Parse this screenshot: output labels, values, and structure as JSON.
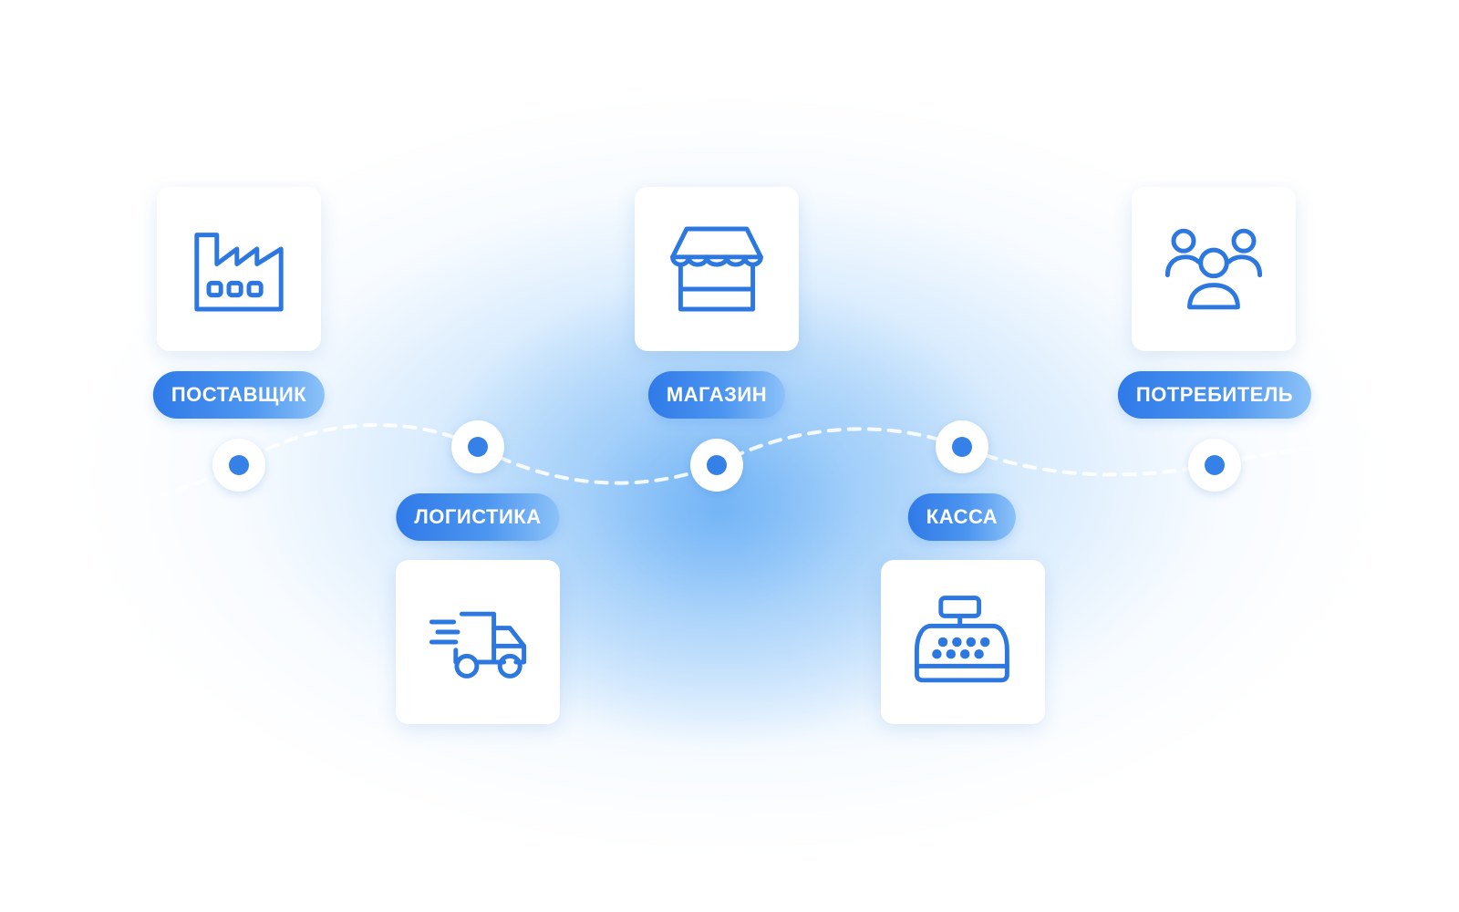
{
  "colors": {
    "accent": "#2f7ae8",
    "icon_stroke": "#2d78e0",
    "node_dot": "#3681e8",
    "card_bg": "#ffffff",
    "path_dash": "#ffffff"
  },
  "stages": [
    {
      "label": "ПОСТАВЩИК",
      "icon": "factory-icon"
    },
    {
      "label": "ЛОГИСТИКА",
      "icon": "delivery-truck-icon"
    },
    {
      "label": "МАГАЗИН",
      "icon": "storefront-icon"
    },
    {
      "label": "КАССА",
      "icon": "cash-register-icon"
    },
    {
      "label": "ПОТРЕБИТЕЛЬ",
      "icon": "users-group-icon"
    }
  ]
}
